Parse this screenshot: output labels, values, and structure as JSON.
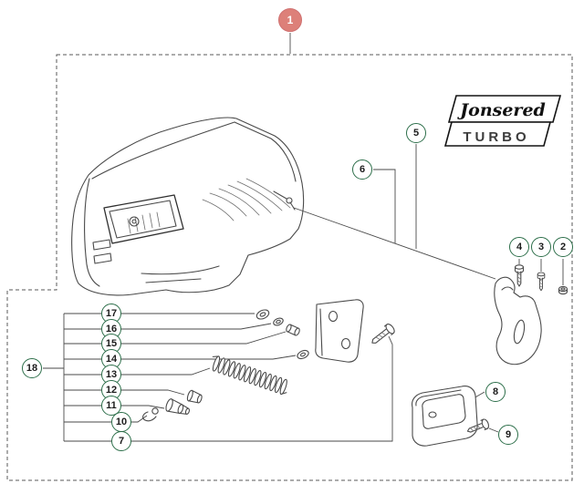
{
  "logo": {
    "brand": "Jonsered",
    "model": "TURBO"
  },
  "callouts": {
    "c1": "1",
    "c2": "2",
    "c3": "3",
    "c4": "4",
    "c5": "5",
    "c6": "6",
    "c7": "7",
    "c8": "8",
    "c9": "9",
    "c10": "10",
    "c11": "11",
    "c12": "12",
    "c13": "13",
    "c14": "14",
    "c15": "15",
    "c16": "16",
    "c17": "17",
    "c18": "18"
  },
  "colors": {
    "assembly_badge_fill": "#dd8079",
    "callout_ring_green": "#2c6e49",
    "line_art": "#4a4a4a",
    "boundary_dash": "#5a5a5a",
    "logo_ink": "#141414"
  }
}
